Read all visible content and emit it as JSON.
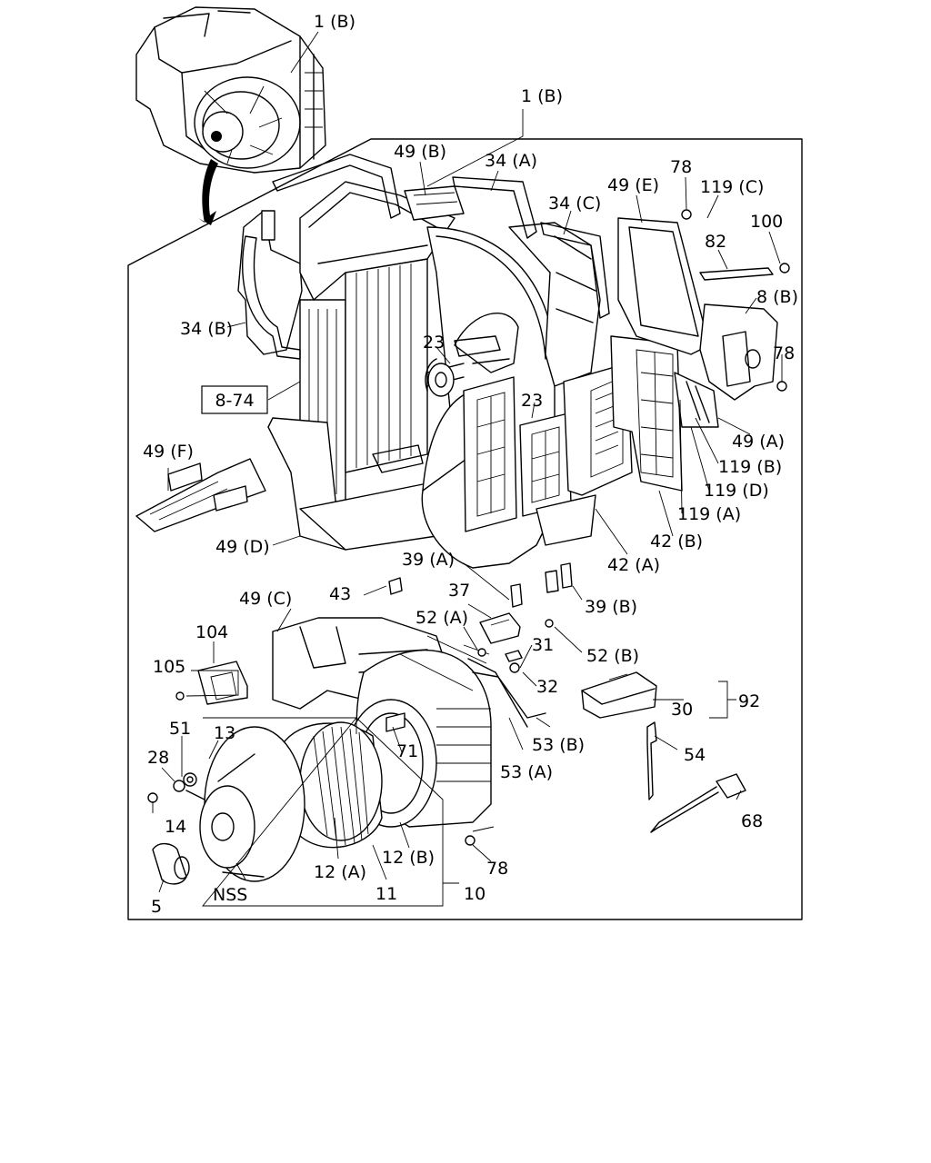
{
  "figure": {
    "ref_box": "8-74",
    "labels": [
      "1 (B)",
      "1 (B)",
      "49 (B)",
      "34 (A)",
      "34 (C)",
      "49 (E)",
      "78",
      "119 (C)",
      "100",
      "82",
      "8 (B)",
      "78",
      "34 (B)",
      "23",
      "23",
      "49 (A)",
      "119 (B)",
      "119 (D)",
      "119 (A)",
      "42 (B)",
      "42 (A)",
      "49 (F)",
      "49 (D)",
      "39 (A)",
      "39 (B)",
      "43",
      "37",
      "52 (A)",
      "31",
      "52 (B)",
      "32",
      "49 (C)",
      "104",
      "105",
      "92",
      "30",
      "51",
      "13",
      "28",
      "71",
      "53 (B)",
      "53 (A)",
      "54",
      "14",
      "12 (B)",
      "12 (A)",
      "68",
      "78",
      "5",
      "NSS",
      "11",
      "10"
    ]
  }
}
